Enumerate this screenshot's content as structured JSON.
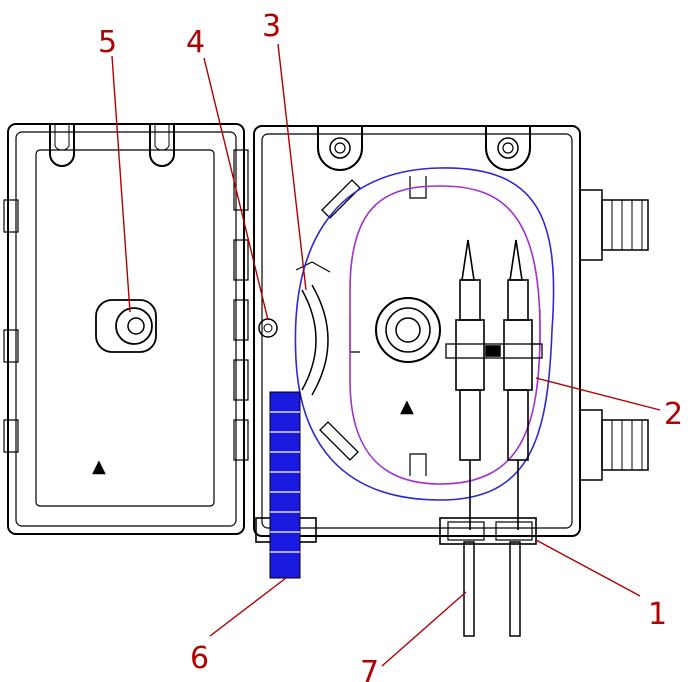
{
  "callouts": [
    {
      "id": "1",
      "label": "1"
    },
    {
      "id": "2",
      "label": "2"
    },
    {
      "id": "3",
      "label": "3"
    },
    {
      "id": "4",
      "label": "4"
    },
    {
      "id": "5",
      "label": "5"
    },
    {
      "id": "6",
      "label": "6"
    },
    {
      "id": "7",
      "label": "7"
    }
  ],
  "colors": {
    "outline": "#000000",
    "leader": "#b00000",
    "fiber_loop": "#2a2ad0",
    "fiber_inner": "#a030d0",
    "splice_tray": "#1a1ae0"
  },
  "symbols": {
    "left_panel_symbol": "▲",
    "right_panel_symbol": "▲"
  }
}
